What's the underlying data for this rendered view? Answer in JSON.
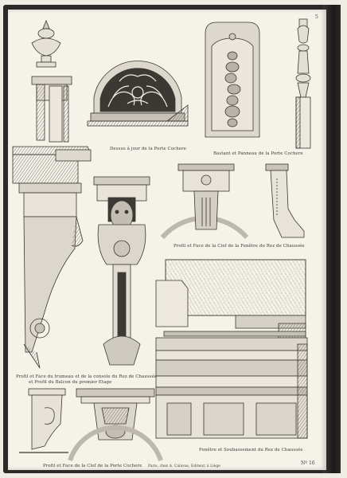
{
  "plate": {
    "page_number": "5",
    "plate_number": "Nº 16",
    "publisher": "Paris, chez A. Calavas, Editeur, à Liège"
  },
  "captions": {
    "transom": "Dessus à jour de la Porte Cochere",
    "pilaster": "Bastant et Panneau de la Porte Cochere",
    "window_key": "Profil et Face de la Clef de la Fenêtre du Rez de Chaussée",
    "console_line1": "Profil et Face du trumeau et de la console du Rez de Chaussée",
    "console_line2": "et Profil du Balcon du premier Etage",
    "door_key": "Profil et Face de la Clef de la Porte Cochere",
    "window_bay": "Fenêtre et Soubassement du Rez de Chaussée"
  },
  "colors": {
    "page": "#f5f2ea",
    "ink": "#3a3631",
    "shade": "#8b8780",
    "binding": "#2b2a28"
  }
}
